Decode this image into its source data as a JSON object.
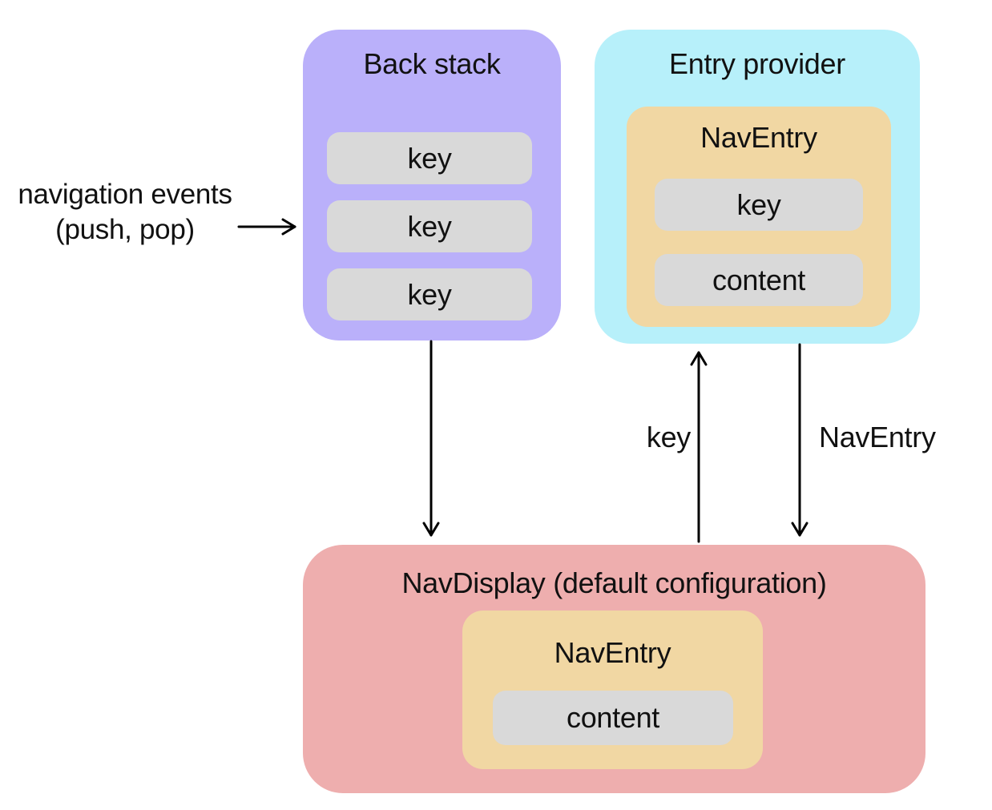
{
  "diagram": {
    "back_stack": {
      "title": "Back stack",
      "keys": [
        "key",
        "key",
        "key"
      ]
    },
    "entry_provider": {
      "title": "Entry provider",
      "nav_entry": {
        "title": "NavEntry",
        "key_label": "key",
        "content_label": "content"
      }
    },
    "nav_display": {
      "title": "NavDisplay (default configuration)",
      "nav_entry": {
        "title": "NavEntry",
        "content_label": "content"
      }
    },
    "annotations": {
      "navigation_events_line1": "navigation events",
      "navigation_events_line2": "(push, pop)",
      "key_arrow_label": "key",
      "nav_entry_arrow_label": "NavEntry"
    },
    "colors": {
      "back_stack_bg": "#bab0fa",
      "entry_provider_bg": "#b7f0fa",
      "nav_entry_bg": "#f1d7a3",
      "nav_display_bg": "#eeaeae",
      "item_bg": "#d9d9d9",
      "text": "#111111",
      "arrow": "#000000"
    }
  }
}
